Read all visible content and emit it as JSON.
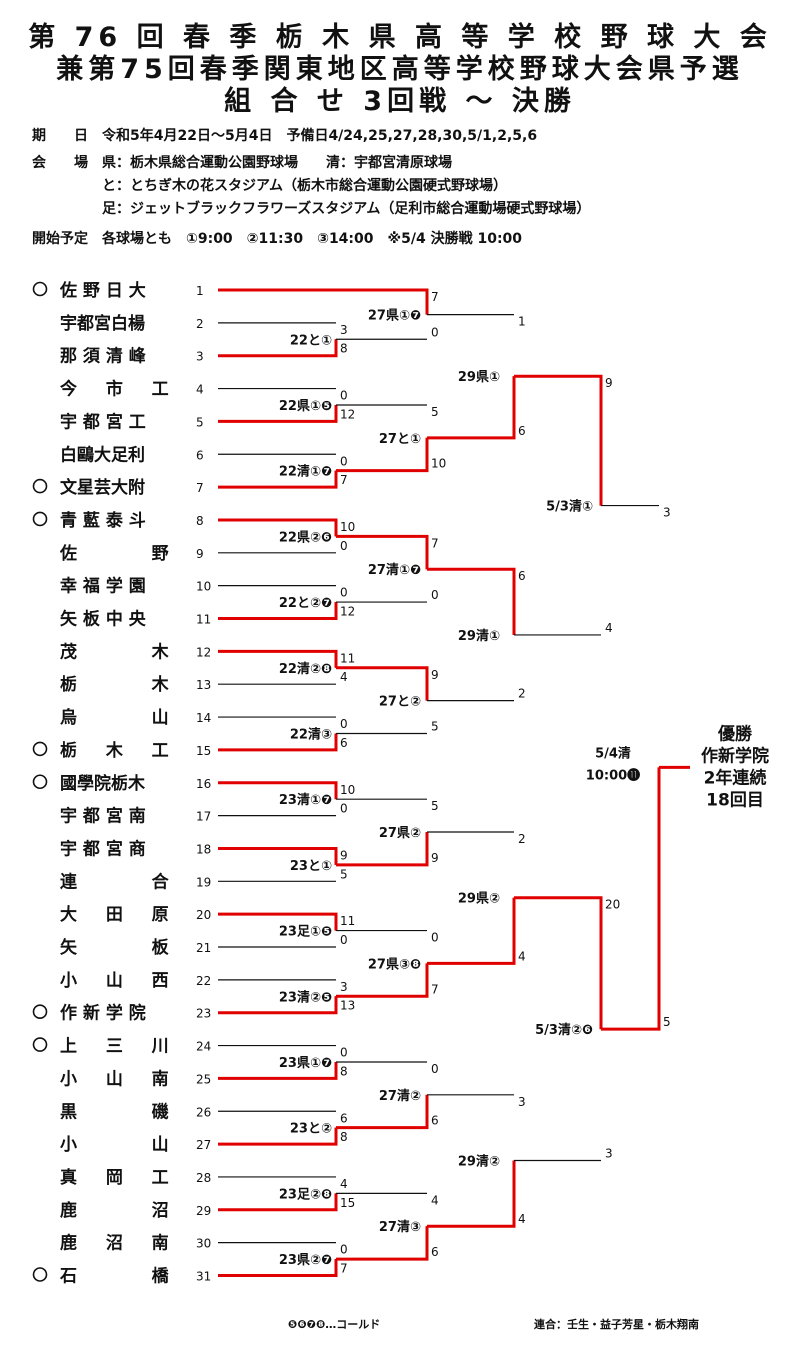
{
  "title": {
    "line1": "第 76 回 春 季 栃 木 県 高 等 学 校 野 球 大 会",
    "line2": "兼第75回春季関東地区高等学校野球大会県予選",
    "line3": "組 合 せ 3回戦 ～ 決勝"
  },
  "info": {
    "date": "期　　日　令和5年4月22日～5月4日　予備日4/24,25,27,28,30,5/1,2,5,6",
    "venue1": "会　　場　県：栃木県総合運動公園野球場　　清：宇都宮清原球場",
    "venue2": "　　　　　と：とちぎ木の花スタジアム（栃木市総合運動公園硬式野球場）",
    "venue3": "　　　　　足：ジェットブラックフラワーズスタジアム（足利市総合運動場硬式野球場）",
    "start": "開始予定　各球場とも　①9:00　②11:30　③14:00　※5/4 決勝戦 10:00"
  },
  "teams": [
    {
      "seed": "1",
      "name": "佐 野 日 大",
      "marked": true
    },
    {
      "seed": "2",
      "name": "宇都宮白楊",
      "marked": false
    },
    {
      "seed": "3",
      "name": "那 須 清 峰",
      "marked": false
    },
    {
      "seed": "4",
      "name": "今 　 市 　 工",
      "marked": false
    },
    {
      "seed": "5",
      "name": "宇 都 宮 工",
      "marked": false
    },
    {
      "seed": "6",
      "name": "白鷗大足利",
      "marked": false
    },
    {
      "seed": "7",
      "name": "文星芸大附",
      "marked": true
    },
    {
      "seed": "8",
      "name": "青 藍 泰 斗",
      "marked": true
    },
    {
      "seed": "9",
      "name": "佐 　 　 　 野",
      "marked": false
    },
    {
      "seed": "10",
      "name": "幸 福 学 園",
      "marked": false
    },
    {
      "seed": "11",
      "name": "矢 板 中 央",
      "marked": false
    },
    {
      "seed": "12",
      "name": "茂 　 　 　 木",
      "marked": false
    },
    {
      "seed": "13",
      "name": "栃 　 　 　 木",
      "marked": false
    },
    {
      "seed": "14",
      "name": "烏 　 　 　 山",
      "marked": false
    },
    {
      "seed": "15",
      "name": "栃 　 木 　 工",
      "marked": true
    },
    {
      "seed": "16",
      "name": "國學院栃木",
      "marked": true
    },
    {
      "seed": "17",
      "name": "宇 都 宮 南",
      "marked": false
    },
    {
      "seed": "18",
      "name": "宇 都 宮 商",
      "marked": false
    },
    {
      "seed": "19",
      "name": "連 　 　 　 合",
      "marked": false
    },
    {
      "seed": "20",
      "name": "大 　 田 　 原",
      "marked": false
    },
    {
      "seed": "21",
      "name": "矢 　 　 　 板",
      "marked": false
    },
    {
      "seed": "22",
      "name": "小 　 山 　 西",
      "marked": false
    },
    {
      "seed": "23",
      "name": "作 新 学 院",
      "marked": true
    },
    {
      "seed": "24",
      "name": "上 　 三 　 川",
      "marked": true
    },
    {
      "seed": "25",
      "name": "小 　 山 　 南",
      "marked": false
    },
    {
      "seed": "26",
      "name": "黒 　 　 　 磯",
      "marked": false
    },
    {
      "seed": "27",
      "name": "小 　 　 　 山",
      "marked": false
    },
    {
      "seed": "28",
      "name": "真 　 岡 　 工",
      "marked": false
    },
    {
      "seed": "29",
      "name": "鹿 　 　 　 沼",
      "marked": false
    },
    {
      "seed": "30",
      "name": "鹿 　 沼 　 南",
      "marked": false
    },
    {
      "seed": "31",
      "name": "石 　 　 　 橋",
      "marked": true
    }
  ],
  "round1": [
    {
      "label": "22と①",
      "top_score": "3",
      "bottom_score": "8",
      "winner": "bottom"
    },
    {
      "label": "22県①❺",
      "top_score": "0",
      "bottom_score": "12",
      "winner": "bottom"
    },
    {
      "label": "22清①❼",
      "top_score": "0",
      "bottom_score": "7",
      "winner": "bottom"
    },
    {
      "label": "22県②❻",
      "top_score": "10",
      "bottom_score": "0",
      "winner": "top"
    },
    {
      "label": "22と②❼",
      "top_score": "0",
      "bottom_score": "12",
      "winner": "bottom"
    },
    {
      "label": "22清②❽",
      "top_score": "11",
      "bottom_score": "4",
      "winner": "top"
    },
    {
      "label": "22清③",
      "top_score": "0",
      "bottom_score": "6",
      "winner": "bottom"
    },
    {
      "label": "23清①❼",
      "top_score": "10",
      "bottom_score": "0",
      "winner": "top"
    },
    {
      "label": "23と①",
      "top_score": "9",
      "bottom_score": "5",
      "winner": "top"
    },
    {
      "label": "23足①❺",
      "top_score": "11",
      "bottom_score": "0",
      "winner": "top"
    },
    {
      "label": "23清②❺",
      "top_score": "3",
      "bottom_score": "13",
      "winner": "bottom"
    },
    {
      "label": "23県①❼",
      "top_score": "0",
      "bottom_score": "8",
      "winner": "bottom"
    },
    {
      "label": "23と②",
      "top_score": "6",
      "bottom_score": "8",
      "winner": "bottom"
    },
    {
      "label": "23足②❽",
      "top_score": "4",
      "bottom_score": "15",
      "winner": "bottom"
    },
    {
      "label": "23県②❼",
      "top_score": "0",
      "bottom_score": "7",
      "winner": "bottom"
    }
  ],
  "round2": [
    {
      "label": "27県①❼",
      "top_score": "7",
      "bottom_score": "0",
      "winner": "top"
    },
    {
      "label": "27と①",
      "top_score": "5",
      "bottom_score": "10",
      "winner": "bottom"
    },
    {
      "label": "27清①❼",
      "top_score": "7",
      "bottom_score": "0",
      "winner": "top"
    },
    {
      "label": "27と②",
      "top_score": "9",
      "bottom_score": "5",
      "winner": "top"
    },
    {
      "label": "27県②",
      "top_score": "5",
      "bottom_score": "9",
      "winner": "bottom"
    },
    {
      "label": "27県③❽",
      "top_score": "0",
      "bottom_score": "7",
      "winner": "bottom"
    },
    {
      "label": "27清②",
      "top_score": "0",
      "bottom_score": "6",
      "winner": "bottom"
    },
    {
      "label": "27清③",
      "top_score": "4",
      "bottom_score": "6",
      "winner": "bottom"
    }
  ],
  "round3": [
    {
      "label": "29県①",
      "top_score": "1",
      "bottom_score": "6",
      "winner": "bottom"
    },
    {
      "label": "29清①",
      "top_score": "6",
      "bottom_score": "2",
      "winner": "top"
    },
    {
      "label": "29県②",
      "top_score": "2",
      "bottom_score": "4",
      "winner": "bottom"
    },
    {
      "label": "29清②",
      "top_score": "3",
      "bottom_score": "4",
      "winner": "bottom"
    }
  ],
  "semis": [
    {
      "label": "5/3清①",
      "top_score": "9",
      "bottom_score": "4",
      "winner": "top"
    },
    {
      "label": "5/3清②❻",
      "top_score": "20",
      "bottom_score": "3",
      "winner": "top"
    }
  ],
  "final": {
    "label_line1": "5/4清",
    "label_line2": "10:00⓫",
    "top_score": "3",
    "bottom_score": "5",
    "winner": "bottom"
  },
  "champion": {
    "heading": "優勝",
    "school": "作新学院",
    "note1": "2年連続",
    "note2": "18回目"
  },
  "footer": {
    "legend": "❺❻❼❽…コールド",
    "rengo": "連合：壬生・益子芳星・栃木翔南"
  },
  "colors": {
    "winner_line": "#e00000",
    "loser_line": "#111111"
  }
}
